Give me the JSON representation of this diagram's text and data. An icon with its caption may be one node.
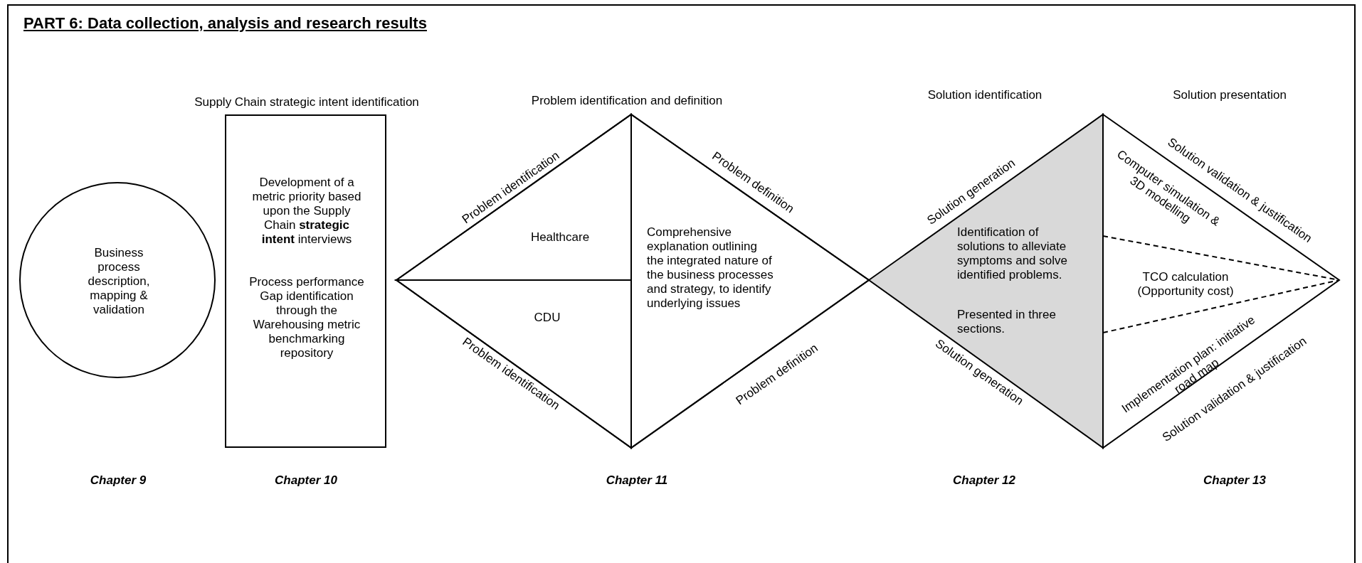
{
  "diagram": {
    "title": "PART 6: Data collection, analysis and research results",
    "nodes": [
      {
        "text": [
          "Business process description, mapping & validation"
        ]
      },
      {
        "text": [
          "Supply Chain strategic intent identification",
          "Development of a metric priority based upon the Supply Chain **strategic intent** interviews",
          "Process performance Gap identification through the Warehousing metric benchmarking repository"
        ]
      },
      {
        "text": [
          "Problem identification and definition"
        ]
      },
      {
        "text": [
          "Healthcare"
        ],
        "in": 2,
        "beside": [
          "Problem identification"
        ]
      },
      {
        "text": [
          "CDU"
        ],
        "in": 2,
        "beside": [
          "Problem identification"
        ]
      },
      {
        "text": [
          "Comprehensive explanation outlining the integrated nature of the business processes and strategy, to identify underlying issues"
        ],
        "in": 2,
        "beside": [
          "Problem definition",
          "Problem definition"
        ]
      },
      {
        "text": [
          "Solution identification",
          "Identification of solutions to alleviate symptoms and solve identified problems.",
          "Presented in three sections."
        ],
        "beside": [
          "Solution generation",
          "Solution generation"
        ]
      },
      {
        "text": [
          "Solution presentation"
        ],
        "beside": [
          "Solution validation & justification",
          "Solution validation & justification"
        ]
      },
      {
        "text": [
          "Computer simulation & 3D modelling"
        ],
        "in": 7
      },
      {
        "text": [
          "TCO calculation (Opportunity cost)"
        ],
        "in": 7
      },
      {
        "text": [
          "Implementation plan: initiative road map"
        ],
        "in": 7
      }
    ],
    "labels": [
      "Chapter 9",
      "Chapter 10",
      "Chapter 11",
      "Chapter 12",
      "Chapter 13"
    ]
  }
}
